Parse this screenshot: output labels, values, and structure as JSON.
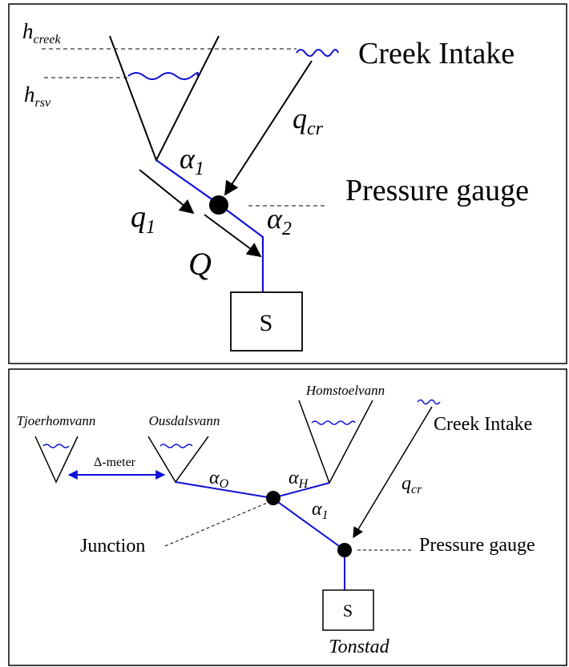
{
  "colors": {
    "pipe": "#1010d8",
    "water": "#1010d8",
    "ink": "#000000",
    "background": "#ffffff"
  },
  "top_panel": {
    "level_labels": {
      "h_creek": {
        "base": "h",
        "sub": "creek"
      },
      "h_rsv": {
        "base": "h",
        "sub": "rsv"
      }
    },
    "creek_intake_label": "Creek Intake",
    "pressure_gauge_label": "Pressure gauge",
    "station_label": "S",
    "q_cr": {
      "base": "q",
      "sub": "cr"
    },
    "q_1": {
      "base": "q",
      "sub": "1"
    },
    "Q": "Q",
    "alpha_1": {
      "base": "α",
      "sub": "1"
    },
    "alpha_2": {
      "base": "α",
      "sub": "2"
    }
  },
  "bottom_panel": {
    "reservoirs": [
      "Tjoerhomvann",
      "Ousdalsvann",
      "Homstoelvann"
    ],
    "creek_intake_label": "Creek Intake",
    "pressure_gauge_label": "Pressure gauge",
    "junction_label": "Junction",
    "delta_meter_label": "Δ-meter",
    "station_label": "S",
    "station_name": "Tonstad",
    "q_cr": {
      "base": "q",
      "sub": "cr"
    },
    "alpha_O": {
      "base": "α",
      "sub": "O"
    },
    "alpha_H": {
      "base": "α",
      "sub": "H"
    },
    "alpha_1": {
      "base": "α",
      "sub": "1"
    }
  }
}
